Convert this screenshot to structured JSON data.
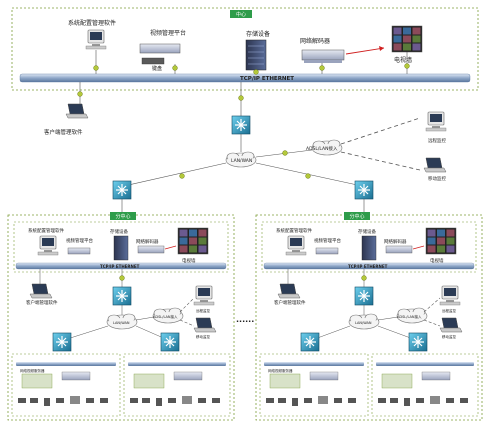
{
  "center": {
    "tag": "中心",
    "mgmt_software": "系统配置管理软件",
    "video_platform": "视频管理平台",
    "keyboard": "键盘",
    "storage": "存储设备",
    "decoder": "网络解码器",
    "tvwall": "电视墙",
    "bus_label": "TCP/IP ETHERNET"
  },
  "client_software": "客户端管理软件",
  "network": {
    "lan_wan": "LAN/WAN",
    "adsl_access": "ADSL/LAN接入",
    "remote_monitor": "远程监控",
    "mobile_monitor": "移动监控"
  },
  "sub_centers": [
    {
      "tag": "分中心",
      "mgmt_software": "系统配置管理软件",
      "video_platform": "视频管理平台",
      "storage": "存储设备",
      "decoder": "网络解码器",
      "tvwall": "电视墙",
      "bus_label": "TCP/IP ETHERNET",
      "client_software": "客户端管理软件",
      "lan_wan": "LAN/WAN",
      "adsl_access": "ADSL/LAN接入",
      "remote_monitor": "远程监控",
      "mobile_monitor": "移动监控",
      "dvr_label": "网络视频服务器"
    },
    {
      "tag": "分中心",
      "mgmt_software": "系统配置管理软件",
      "video_platform": "视频管理平台",
      "storage": "存储设备",
      "decoder": "网络解码器",
      "tvwall": "电视墙",
      "bus_label": "TCP/IP ETHERNET",
      "client_software": "客户端管理软件",
      "lan_wan": "LAN/WAN",
      "adsl_access": "ADSL/LAN接入",
      "remote_monitor": "远程监控",
      "mobile_monitor": "移动监控",
      "dvr_label": "网络视频服务器"
    }
  ],
  "ellipsis": "......",
  "colors": {
    "bus": "#8fa7c8",
    "switch": "#2a8fb0",
    "tag": "#2e9c4a",
    "dashed_frame": "#7d9d3a",
    "link": "#555555",
    "node_dot": "#b3c83a"
  }
}
